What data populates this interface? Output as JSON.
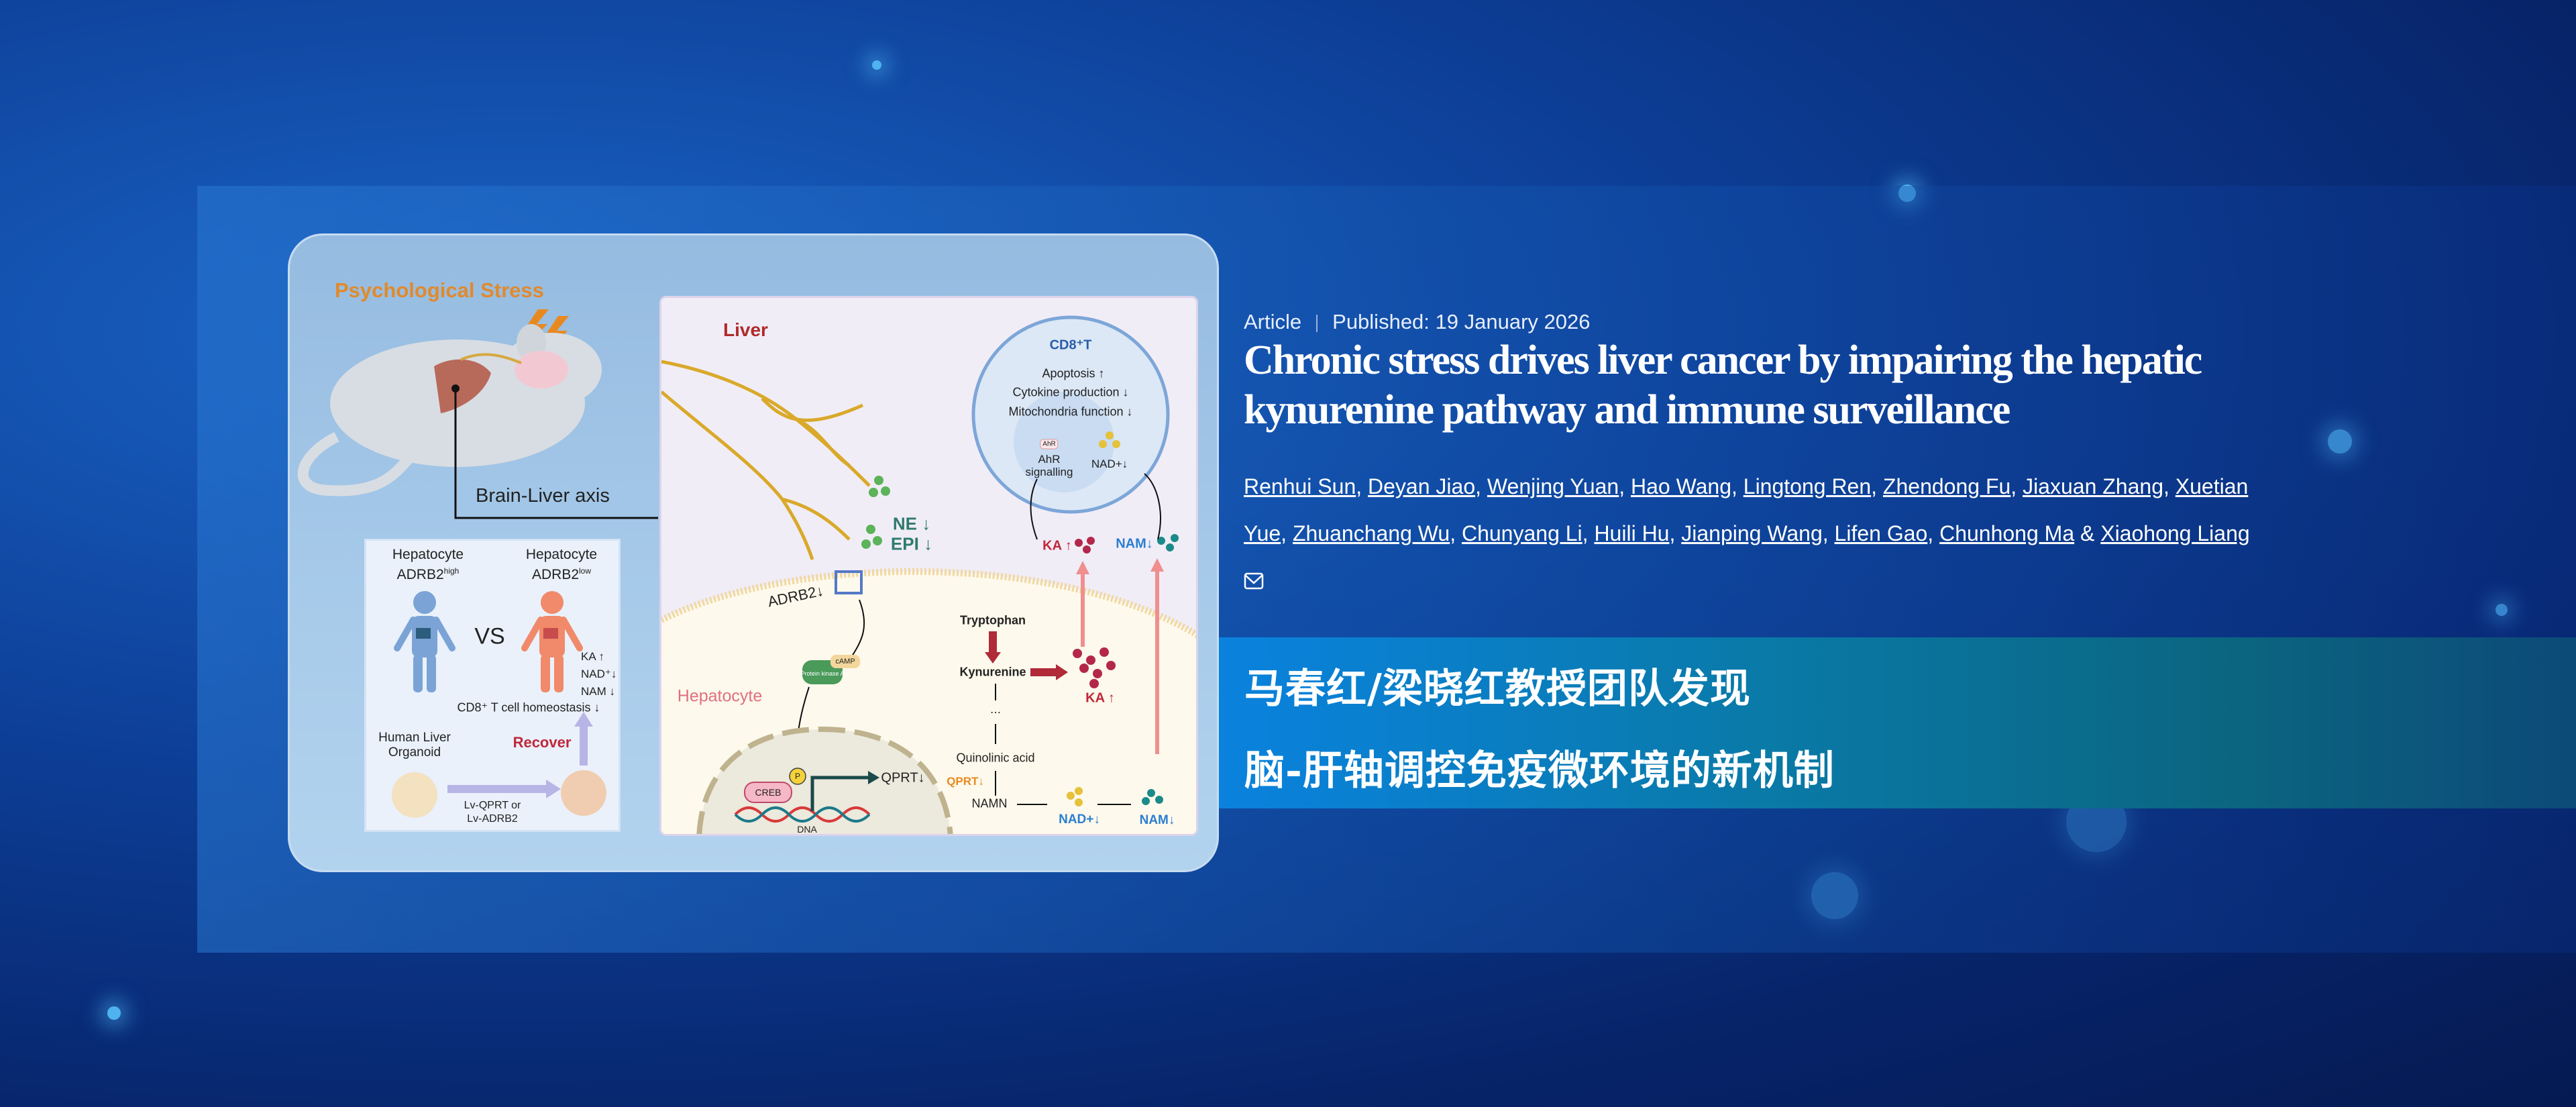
{
  "figure": {
    "psych_stress": "Psychological Stress",
    "brain_liver_axis": "Brain-Liver axis",
    "liver_label": "Liver",
    "hepatocyte_label": "Hepatocyte",
    "cd8": {
      "title": "CD8⁺T",
      "apoptosis": "Apoptosis ↑",
      "cytokine": "Cytokine production ↓",
      "mito": "Mitochondria function ↓",
      "ahr_badge": "AhR",
      "ahr_signalling": "AhR\nsignalling",
      "nad": "NAD+↓"
    },
    "ne": "NE ↓",
    "epi": "EPI ↓",
    "ka_top": "KA ↑",
    "nam_top": "NAM↓",
    "adrb2": "ADRB2↓",
    "pka": "Protein kinase A",
    "camp": "cAMP",
    "creb": "CREB",
    "p": "P",
    "qprt_gene": "QPRT↓",
    "dna": "DNA",
    "tryptophan": "Tryptophan",
    "kynurenine": "Kynurenine",
    "ka_mid": "KA ↑",
    "dots": "⋯",
    "quinolinic": "Quinolinic acid",
    "qprt_enzyme": "QPRT↓",
    "namn": "NAMN",
    "nad_bottom": "NAD+↓",
    "nam_bottom": "NAM↓",
    "box": {
      "hep_high": "Hepatocyte",
      "hep_high_sub": "ADRB2",
      "high": "high",
      "hep_low": "Hepatocyte",
      "hep_low_sub": "ADRB2",
      "low": "low",
      "vs": "VS",
      "ka": "KA ↑",
      "nad": "NAD⁺↓",
      "nam": "NAM ↓",
      "cd8_homeo": "CD8⁺ T cell homeostasis ↓",
      "organoid": "Human Liver\nOrganoid",
      "recover": "Recover",
      "lv": "Lv-QPRT or\nLv-ADRB2"
    }
  },
  "article": {
    "type": "Article",
    "published": "Published: 19 January 2026",
    "title": "Chronic stress drives liver cancer by impairing the hepatic kynurenine pathway and immune surveillance",
    "authors": [
      "Renhui Sun",
      "Deyan Jiao",
      "Wenjing Yuan",
      "Hao Wang",
      "Lingtong Ren",
      "Zhendong Fu",
      "Jiaxuan Zhang",
      "Xuetian Yue",
      "Zhuanchang Wu",
      "Chunyang Li",
      "Huili Hu",
      "Jianping Wang",
      "Lifen Gao",
      "Chunhong Ma",
      "Xiaohong Liang"
    ],
    "and": "&",
    "mail_icon": "envelope"
  },
  "banner": {
    "line1": "马春红/梁晓红教授团队发现",
    "line2": "脑-肝轴调控免疫微环境的新机制"
  },
  "colors": {
    "orange": "#e08a2c",
    "red": "#c0283a",
    "blue": "#2a7fd0",
    "teal_banner": "#0a7aa8"
  }
}
